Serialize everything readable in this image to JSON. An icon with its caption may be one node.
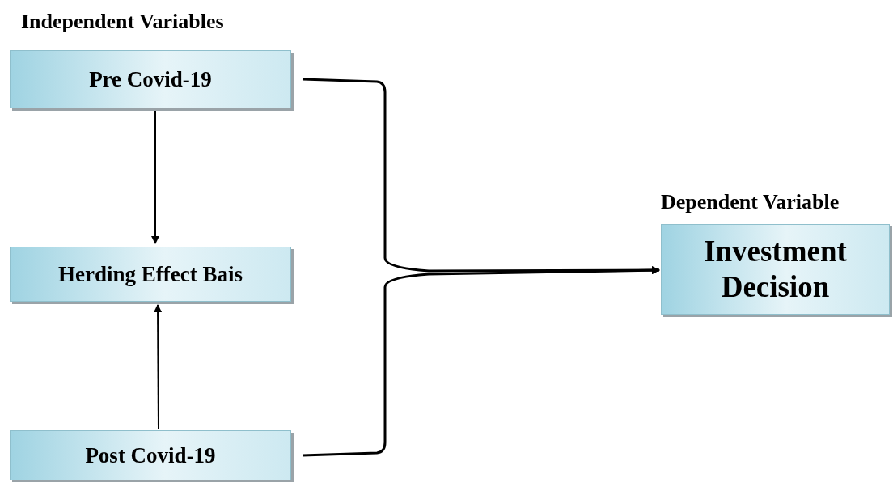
{
  "diagram": {
    "nodes": [
      {
        "text": [
          "Pre Covid-19"
        ]
      },
      {
        "text": [
          "Herding Effect Bais"
        ]
      },
      {
        "text": [
          "Post Covid-19"
        ]
      },
      {
        "text": [
          "Dependent Variable",
          "Investment Decision"
        ]
      }
    ],
    "edges": [
      {
        "from": 0,
        "to": 1,
        "arrow": "to"
      },
      {
        "from": 2,
        "to": 1,
        "arrow": "to"
      },
      {
        "from": 0,
        "to": 3,
        "arrow": "to"
      },
      {
        "from": 2,
        "to": 3,
        "arrow": "to"
      }
    ],
    "labels": [
      "Independent Variables"
    ]
  }
}
